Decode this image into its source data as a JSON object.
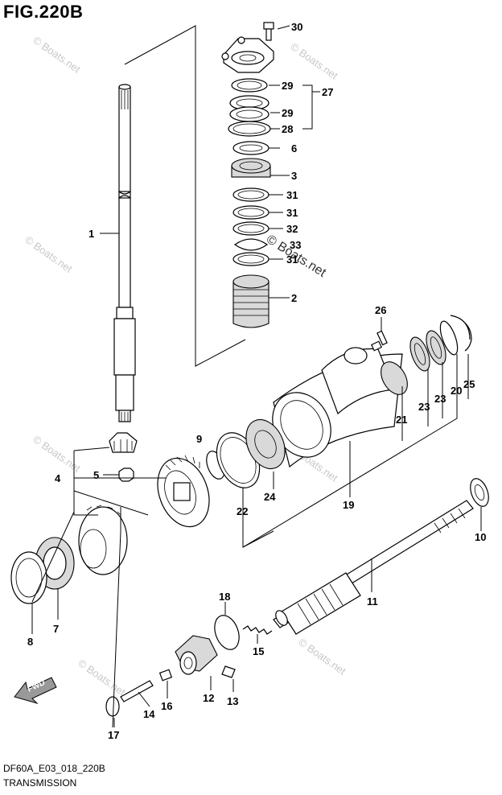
{
  "figure": {
    "title": "FIG.220B",
    "code": "DF60A_E03_018_220B",
    "name": "TRANSMISSION"
  },
  "watermark": {
    "small": "© Boats.net",
    "large": "© Boats.net"
  },
  "callouts": [
    {
      "id": "c30",
      "label": "30"
    },
    {
      "id": "c29a",
      "label": "29"
    },
    {
      "id": "c27",
      "label": "27"
    },
    {
      "id": "c29b",
      "label": "29"
    },
    {
      "id": "c28",
      "label": "28"
    },
    {
      "id": "c6",
      "label": "6"
    },
    {
      "id": "c3",
      "label": "3"
    },
    {
      "id": "c31a",
      "label": "31"
    },
    {
      "id": "c31b",
      "label": "31"
    },
    {
      "id": "c32",
      "label": "32"
    },
    {
      "id": "c33",
      "label": "33"
    },
    {
      "id": "c31c",
      "label": "31"
    },
    {
      "id": "c2",
      "label": "2"
    },
    {
      "id": "c1",
      "label": "1"
    },
    {
      "id": "c26",
      "label": "26"
    },
    {
      "id": "c25",
      "label": "25"
    },
    {
      "id": "c20",
      "label": "20"
    },
    {
      "id": "c23a",
      "label": "23"
    },
    {
      "id": "c23b",
      "label": "23"
    },
    {
      "id": "c21",
      "label": "21"
    },
    {
      "id": "c9",
      "label": "9"
    },
    {
      "id": "c4",
      "label": "4"
    },
    {
      "id": "c5",
      "label": "5"
    },
    {
      "id": "c22",
      "label": "22"
    },
    {
      "id": "c24",
      "label": "24"
    },
    {
      "id": "c19",
      "label": "19"
    },
    {
      "id": "c10",
      "label": "10"
    },
    {
      "id": "c8",
      "label": "8"
    },
    {
      "id": "c7",
      "label": "7"
    },
    {
      "id": "c11",
      "label": "11"
    },
    {
      "id": "c18",
      "label": "18"
    },
    {
      "id": "c15",
      "label": "15"
    },
    {
      "id": "c12",
      "label": "12"
    },
    {
      "id": "c13",
      "label": "13"
    },
    {
      "id": "c14",
      "label": "14"
    },
    {
      "id": "c16",
      "label": "16"
    },
    {
      "id": "c17",
      "label": "17"
    }
  ],
  "fwd_arrow": {
    "label": "FWD"
  }
}
